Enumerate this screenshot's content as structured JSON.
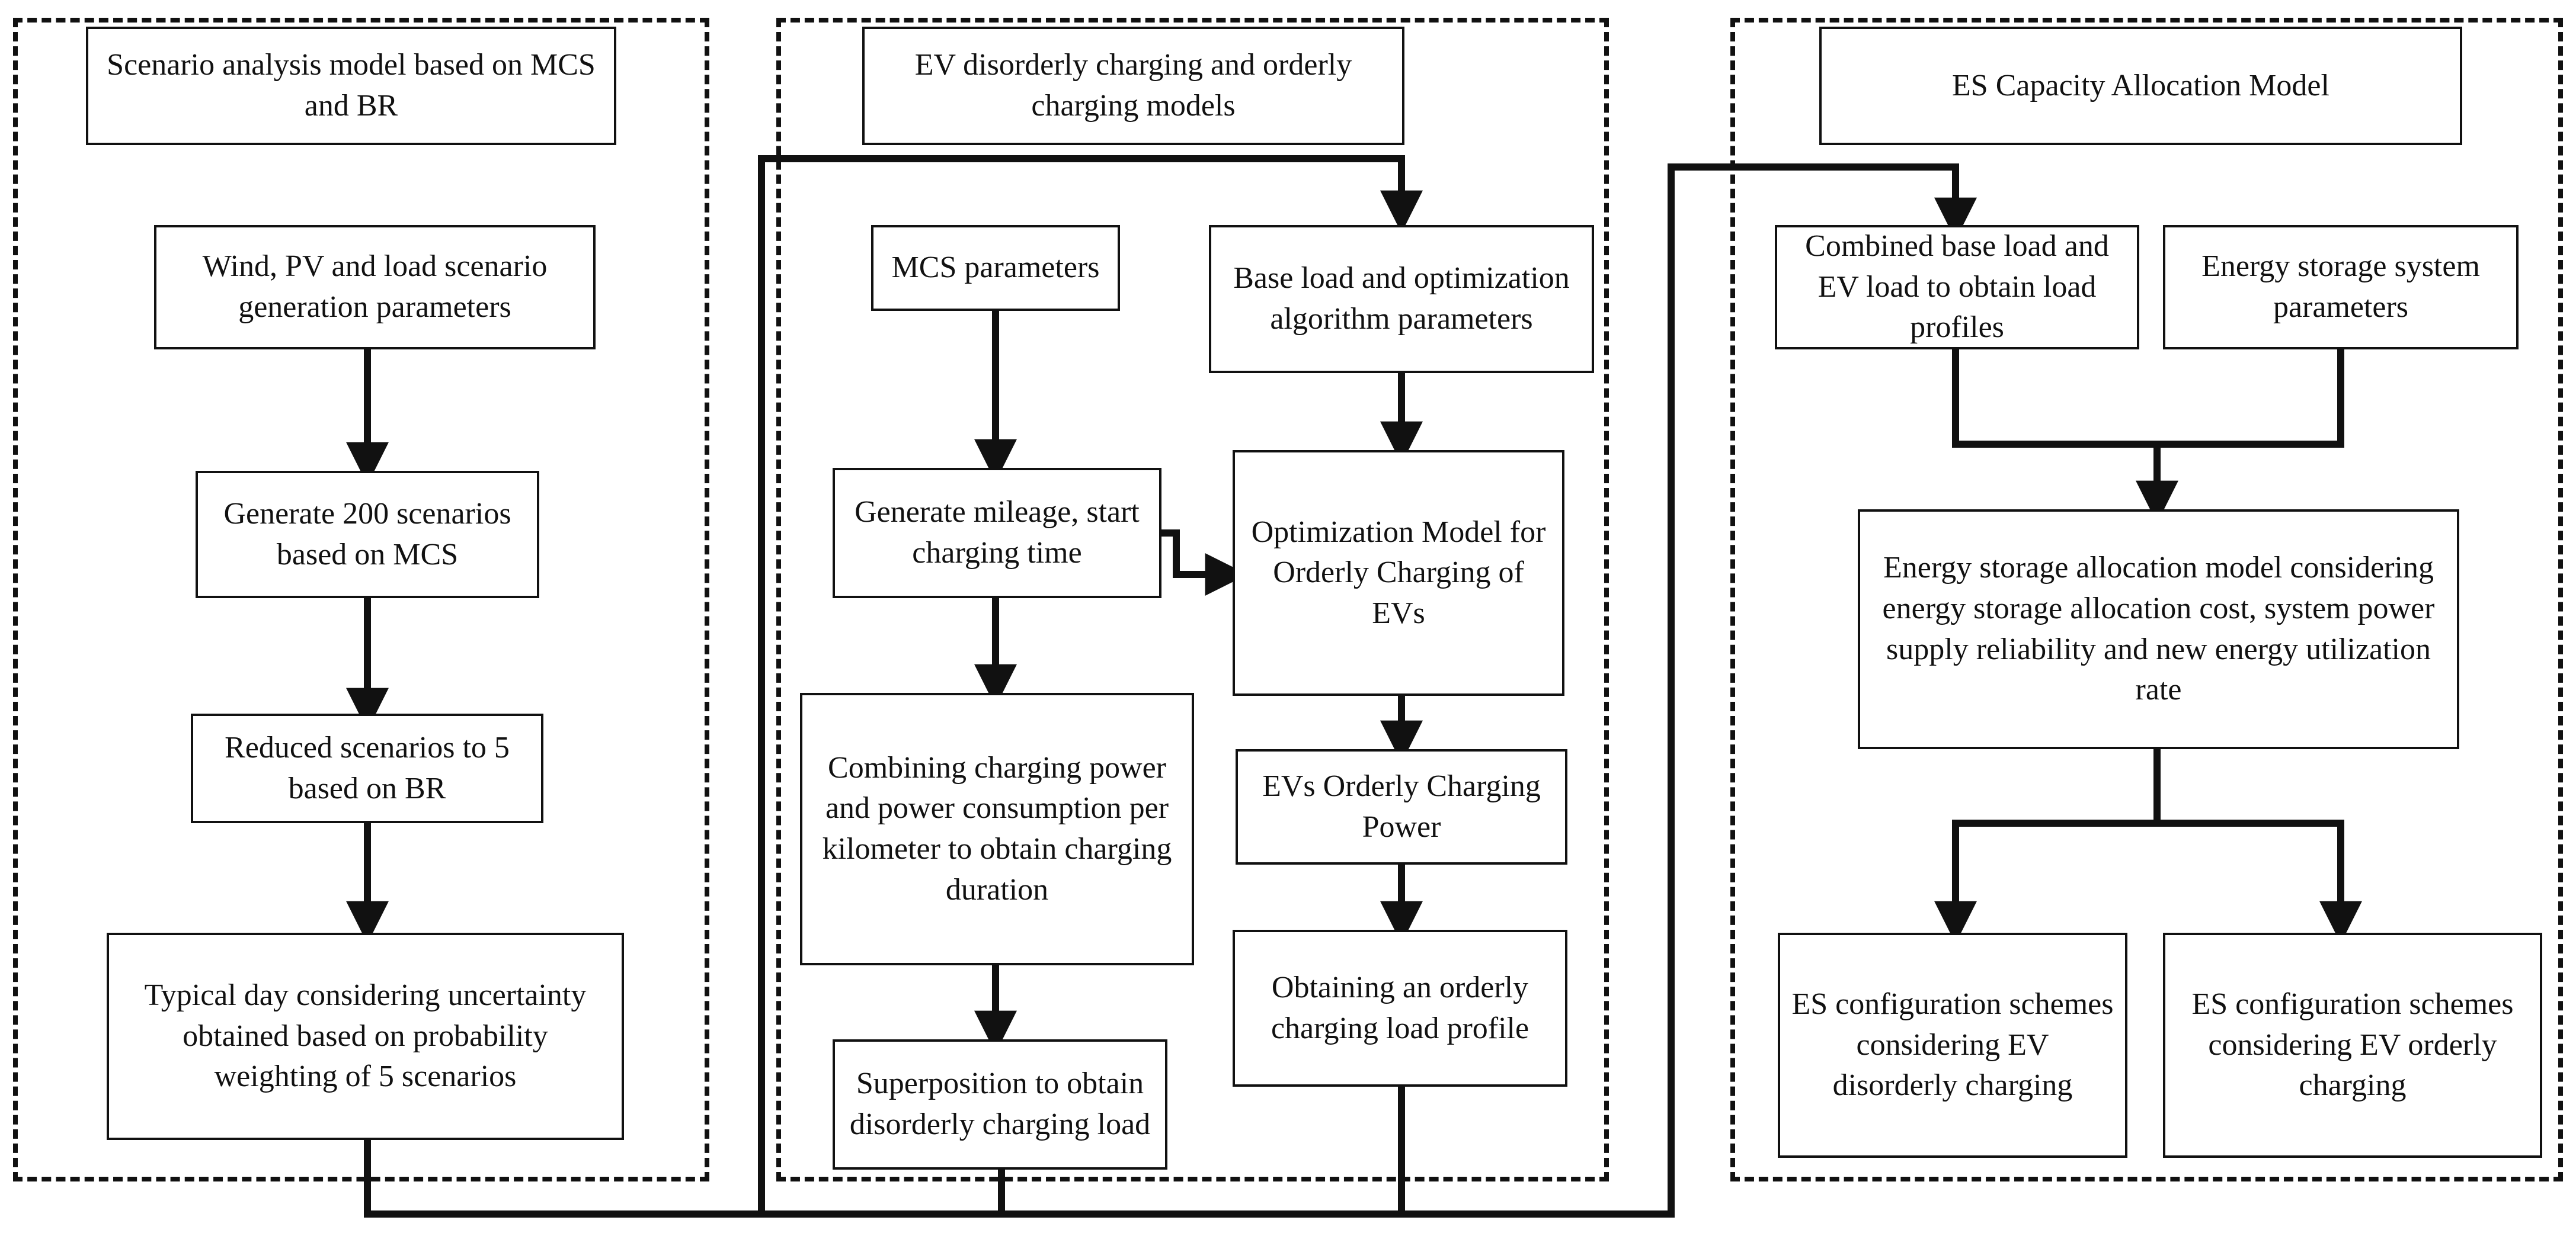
{
  "panels": {
    "scenario": {
      "title": "Scenario analysis model based on MCS and BR"
    },
    "ev": {
      "title": "EV disorderly charging and orderly charging models"
    },
    "es": {
      "title": "ES Capacity Allocation Model"
    }
  },
  "scenario_steps": {
    "params": "Wind, PV and load scenario generation parameters",
    "generate": "Generate 200 scenarios based on MCS",
    "reduce": "Reduced scenarios to 5 based on BR",
    "typical": "Typical day considering uncertainty obtained based on probability weighting of 5 scenarios"
  },
  "ev_steps": {
    "mcs_params": "MCS parameters",
    "base_params": "Base load and optimization algorithm parameters",
    "mileage": "Generate mileage, start charging time",
    "opt_model": "Optimization Model for Orderly Charging of EVs",
    "duration": "Combining charging power and power consumption per kilometer to obtain charging duration",
    "orderly_power": "EVs Orderly Charging Power",
    "orderly_profile": "Obtaining an orderly charging load profile",
    "superposition": "Superposition to obtain disorderly charging load"
  },
  "es_steps": {
    "combined": "Combined base load and EV load to obtain load profiles",
    "storage_params": "Energy storage system parameters",
    "allocation": "Energy storage allocation model considering energy storage allocation cost, system power supply reliability and new energy utilization rate",
    "disorderly_scheme": "ES configuration schemes considering EV disorderly charging",
    "orderly_scheme": "ES configuration schemes considering EV orderly charging"
  }
}
